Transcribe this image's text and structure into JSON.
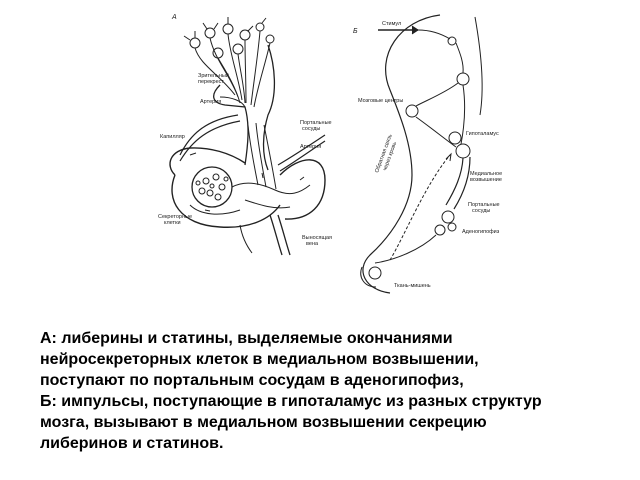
{
  "panels": {
    "a": "А",
    "b": "Б"
  },
  "labels_a": {
    "optic_chiasm_1": "Зрительный",
    "optic_chiasm_2": "перекрест",
    "artery_left": "Артерия",
    "portal_vessels_1": "Портальные",
    "portal_vessels_2": "сосуды",
    "artery_right": "Артерия",
    "capillary": "Капилляр",
    "secretory_cells_1": "Секреторные",
    "secretory_cells_2": "клетки",
    "outflow_vein_1": "Выносящая",
    "outflow_vein_2": "вена"
  },
  "labels_b": {
    "stimulus": "Стимул",
    "brain_centers": "Мозговые центры",
    "hypothalamus": "Гипоталамус",
    "feedback_1": "Обратная связь",
    "feedback_2": "через кровь",
    "median_eminence_1": "Медиальное",
    "median_eminence_2": "возвышение",
    "portal_vessels_1": "Портальные",
    "portal_vessels_2": "сосуды",
    "adenohypophysis": "Аденогипофиз",
    "target_tissue": "Ткань-мишень"
  },
  "caption": [
    "А: либерины и статины, выделяемые окончаниями",
    "нейросекреторных клеток в медиальном возвышении,",
    "поступают по портальным сосудам в аденогипофиз,",
    "Б: импульсы, поступающие в гипоталамус из разных структур",
    "мозга, вызывают в медиальном возвышении секрецию",
    "либеринов и статинов."
  ]
}
